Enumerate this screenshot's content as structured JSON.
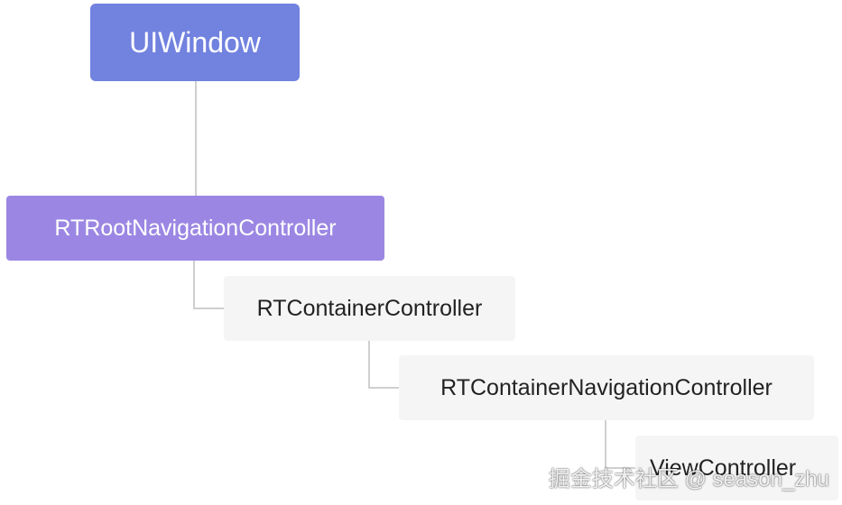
{
  "diagram": {
    "colors": {
      "root": "#7182df",
      "secondary": "#9b87e3",
      "plain": "#f5f5f5",
      "connector": "#cfcfcf",
      "text_dark": "#222222",
      "text_light": "#ffffff"
    },
    "nodes": {
      "uiwindow": "UIWindow",
      "root_nav": "RTRootNavigationController",
      "container": "RTContainerController",
      "container_nav": "RTContainerNavigationController",
      "view_controller": "ViewController"
    },
    "edges": [
      [
        "uiwindow",
        "root_nav"
      ],
      [
        "root_nav",
        "container"
      ],
      [
        "container",
        "container_nav"
      ],
      [
        "container_nav",
        "view_controller"
      ]
    ]
  },
  "watermark": "掘金技术社区 @ season_zhu"
}
